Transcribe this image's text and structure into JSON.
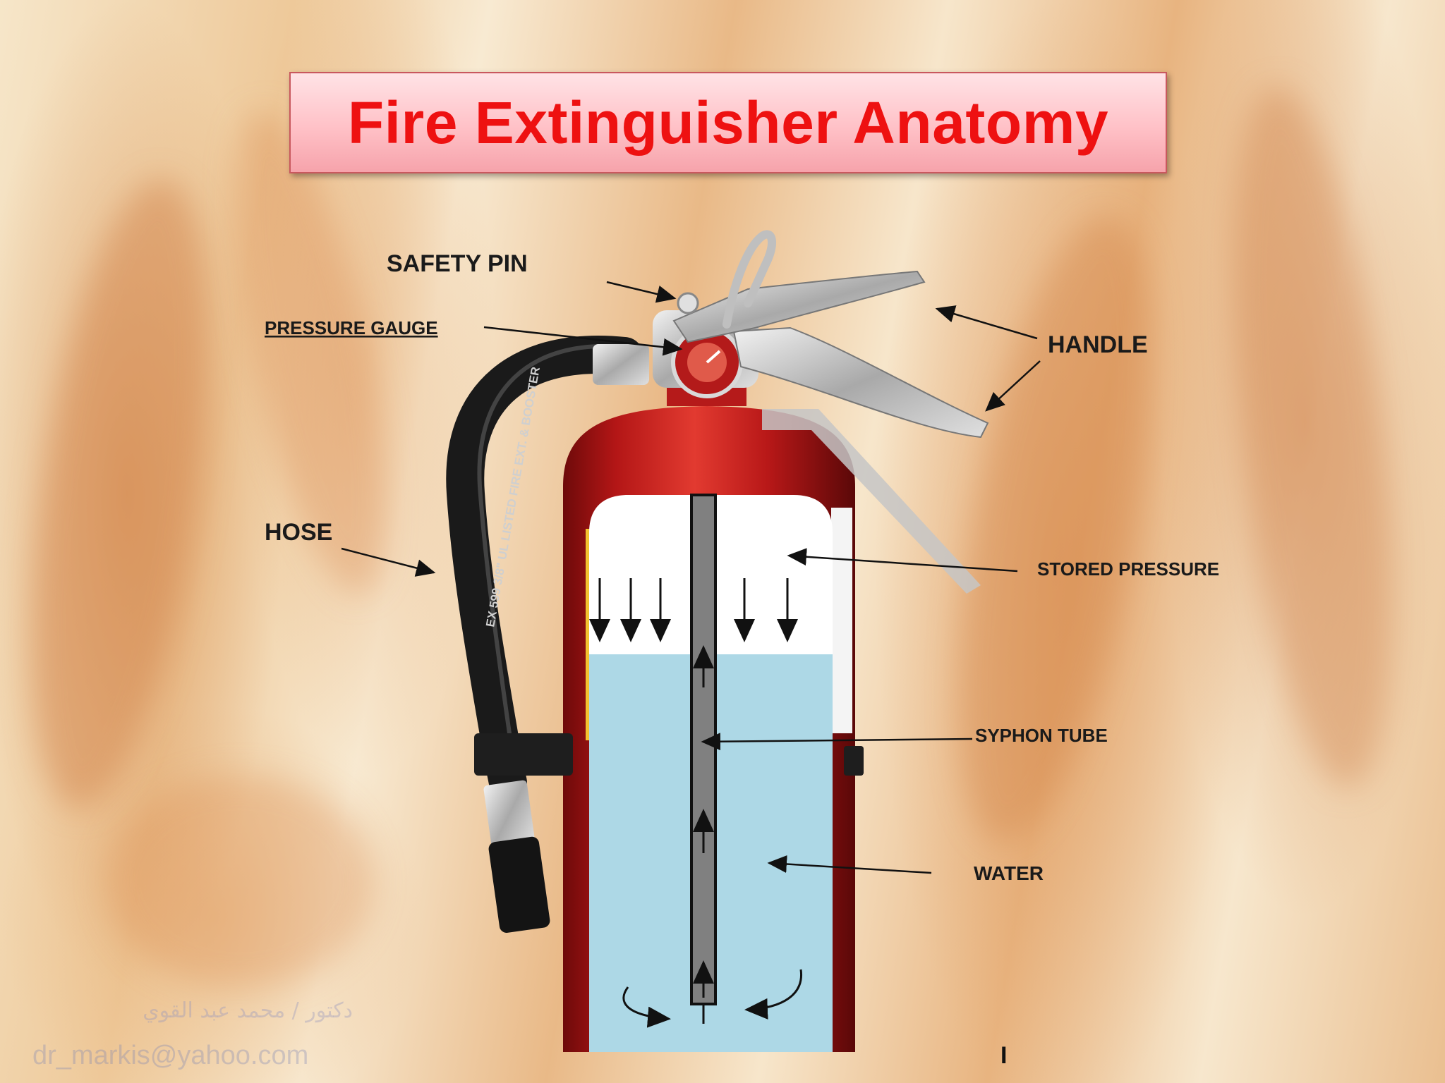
{
  "slide": {
    "title": "Fire Extinguisher Anatomy",
    "labels": {
      "safety_pin": "SAFETY PIN",
      "pressure_gauge": "PRESSURE  GAUGE",
      "handle": "HANDLE",
      "hose": "HOSE",
      "stored_pressure": "STORED PRESSURE",
      "syphon_tube": "SYPHON TUBE",
      "water": "WATER"
    },
    "hose_print": "EX 599 3/8\"   UL LISTED FIRE EXT. & BOOSTER",
    "watermark_arabic": "دكتور / محمد عبد القوي",
    "watermark_email": "dr_markis@yahoo.com",
    "page_number": "I"
  },
  "colors": {
    "title_text": "#ee1111",
    "cylinder_red": "#c81e1e",
    "water_blue": "#add8e6",
    "label_text": "#1a1a1a"
  }
}
